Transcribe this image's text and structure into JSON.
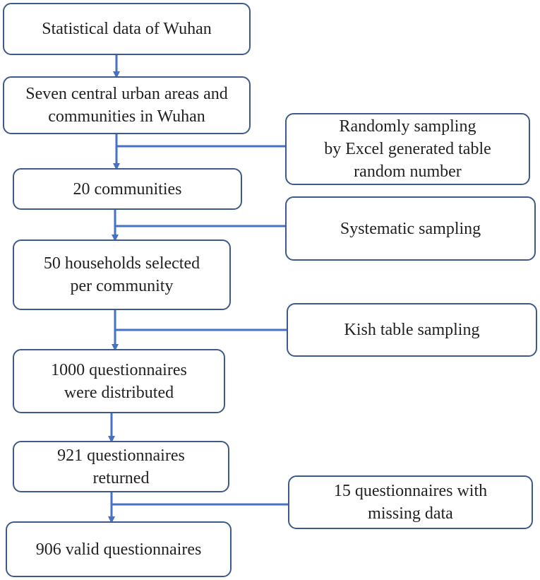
{
  "colors": {
    "border": "#3d5a8a",
    "arrow": "#4472c4",
    "text": "#222222"
  },
  "main_steps": [
    {
      "id": "step1",
      "text": "Statistical data of Wuhan"
    },
    {
      "id": "step2",
      "text": "Seven central urban areas and\ncommunities in Wuhan"
    },
    {
      "id": "step3",
      "text": "20 communities"
    },
    {
      "id": "step4",
      "text": "50 households selected\nper community"
    },
    {
      "id": "step5",
      "text": "1000 questionnaires\nwere distributed"
    },
    {
      "id": "step6",
      "text": "921 questionnaires\nreturned"
    },
    {
      "id": "step7",
      "text": "906 valid questionnaires"
    }
  ],
  "side_notes": [
    {
      "id": "note1",
      "text": "Randomly sampling\nby Excel generated table\nrandom number"
    },
    {
      "id": "note2",
      "text": "Systematic sampling"
    },
    {
      "id": "note3",
      "text": "Kish table sampling"
    },
    {
      "id": "note4",
      "text": "15 questionnaires with\nmissing data"
    }
  ]
}
